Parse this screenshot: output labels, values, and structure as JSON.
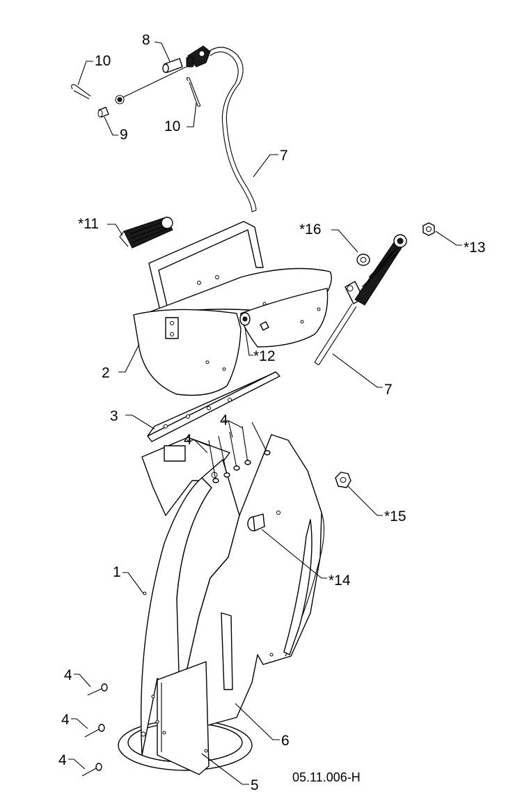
{
  "diagram": {
    "drawing_number": "05.11.006-H",
    "callouts": [
      {
        "id": "c10a",
        "text": "10"
      },
      {
        "id": "c8",
        "text": "8"
      },
      {
        "id": "c9",
        "text": "9"
      },
      {
        "id": "c10b",
        "text": "10"
      },
      {
        "id": "c7a",
        "text": "7"
      },
      {
        "id": "c11",
        "text": "*11"
      },
      {
        "id": "c16",
        "text": "*16"
      },
      {
        "id": "c13",
        "text": "*13"
      },
      {
        "id": "c2",
        "text": "2"
      },
      {
        "id": "c12",
        "text": "*12"
      },
      {
        "id": "c7b",
        "text": "7"
      },
      {
        "id": "c3",
        "text": "3"
      },
      {
        "id": "c4a",
        "text": "4"
      },
      {
        "id": "c4b",
        "text": "4"
      },
      {
        "id": "c15",
        "text": "*15"
      },
      {
        "id": "c1",
        "text": "1"
      },
      {
        "id": "c14",
        "text": "*14"
      },
      {
        "id": "c4c",
        "text": "4"
      },
      {
        "id": "c4d",
        "text": "4"
      },
      {
        "id": "c4e",
        "text": "4"
      },
      {
        "id": "c6",
        "text": "6"
      },
      {
        "id": "c5",
        "text": "5"
      }
    ]
  }
}
